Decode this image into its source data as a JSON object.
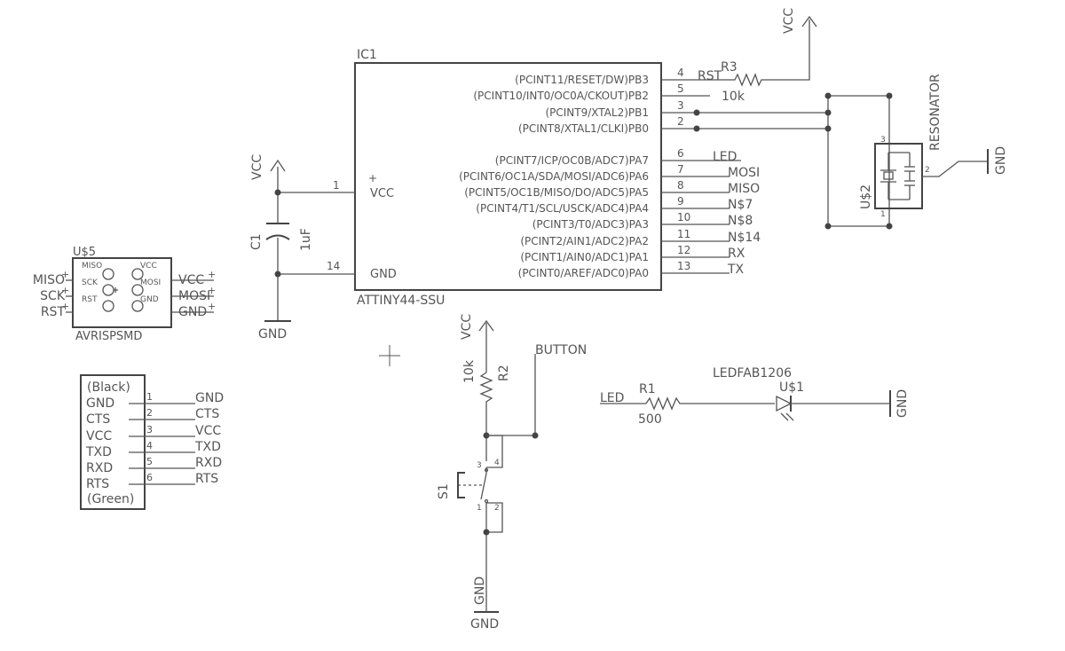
{
  "ic1": {
    "ref": "IC1",
    "part": "ATTINY44-SSU",
    "plus": "+",
    "vcc_pin": "VCC",
    "gnd_pin": "GND",
    "left_pins": [
      {
        "num": "1",
        "name": "VCC"
      },
      {
        "num": "14",
        "name": "GND"
      }
    ],
    "right_pins": [
      {
        "num": "4",
        "name": "(PCINT11/RESET/DW)PB3",
        "net": "RST"
      },
      {
        "num": "5",
        "name": "(PCINT10/INT0/OC0A/CKOUT)PB2",
        "net": ""
      },
      {
        "num": "3",
        "name": "(PCINT9/XTAL2)PB1",
        "net": ""
      },
      {
        "num": "2",
        "name": "(PCINT8/XTAL1/CLKI)PB0",
        "net": ""
      },
      {
        "num": "6",
        "name": "(PCINT7/ICP/OC0B/ADC7)PA7",
        "net": "LED"
      },
      {
        "num": "7",
        "name": "(PCINT6/OC1A/SDA/MOSI/ADC6)PA6",
        "net": "MOSI"
      },
      {
        "num": "8",
        "name": "(PCINT5/OC1B/MISO/DO/ADC5)PA5",
        "net": "MISO"
      },
      {
        "num": "9",
        "name": "(PCINT4/T1/SCL/USCK/ADC4)PA4",
        "net": "N$7"
      },
      {
        "num": "10",
        "name": "(PCINT3/T0/ADC3)PA3",
        "net": "N$8"
      },
      {
        "num": "11",
        "name": "(PCINT2/AIN1/ADC2)PA2",
        "net": "N$14"
      },
      {
        "num": "12",
        "name": "(PCINT1/AIN0/ADC1)PA1",
        "net": "RX"
      },
      {
        "num": "13",
        "name": "(PCINT0/AREF/ADC0)PA0",
        "net": "TX"
      }
    ]
  },
  "r3": {
    "ref": "R3",
    "value": "10k"
  },
  "vcc_top": "VCC",
  "resonator": {
    "ref": "U$2",
    "label": "RESONATOR",
    "pin1": "1",
    "pin2": "2",
    "pin3": "3",
    "gnd": "GND"
  },
  "c1": {
    "ref": "C1",
    "value": "1uF",
    "vcc": "VCC",
    "gnd": "GND"
  },
  "u5": {
    "ref": "U$5",
    "part": "AVRISPSMD",
    "left_nets": [
      "MISO",
      "SCK",
      "RST"
    ],
    "right_nets": [
      "VCC",
      "MOSI",
      "GND"
    ],
    "left_pads": [
      "MISO",
      "SCK",
      "RST"
    ],
    "right_pads": [
      "VCC",
      "MOSI",
      "GND"
    ]
  },
  "ftdi": {
    "top": "(Black)",
    "bottom": "(Green)",
    "pins": [
      {
        "name": "GND",
        "num": "1",
        "net": "GND"
      },
      {
        "name": "CTS",
        "num": "2",
        "net": "CTS"
      },
      {
        "name": "VCC",
        "num": "3",
        "net": "VCC"
      },
      {
        "name": "TXD",
        "num": "4",
        "net": "TXD"
      },
      {
        "name": "RXD",
        "num": "5",
        "net": "RXD"
      },
      {
        "name": "RTS",
        "num": "6",
        "net": "RTS"
      }
    ]
  },
  "button": {
    "r2_ref": "R2",
    "r2_value": "10k",
    "vcc": "VCC",
    "net": "BUTTON",
    "s1_ref": "S1",
    "p1": "1",
    "p2": "2",
    "p3": "3",
    "p4": "4",
    "gnd": "GND",
    "gnd2": "GND"
  },
  "led": {
    "net": "LED",
    "r1_ref": "R1",
    "r1_value": "500",
    "part": "LEDFAB1206",
    "ref": "U$1",
    "gnd": "GND"
  }
}
